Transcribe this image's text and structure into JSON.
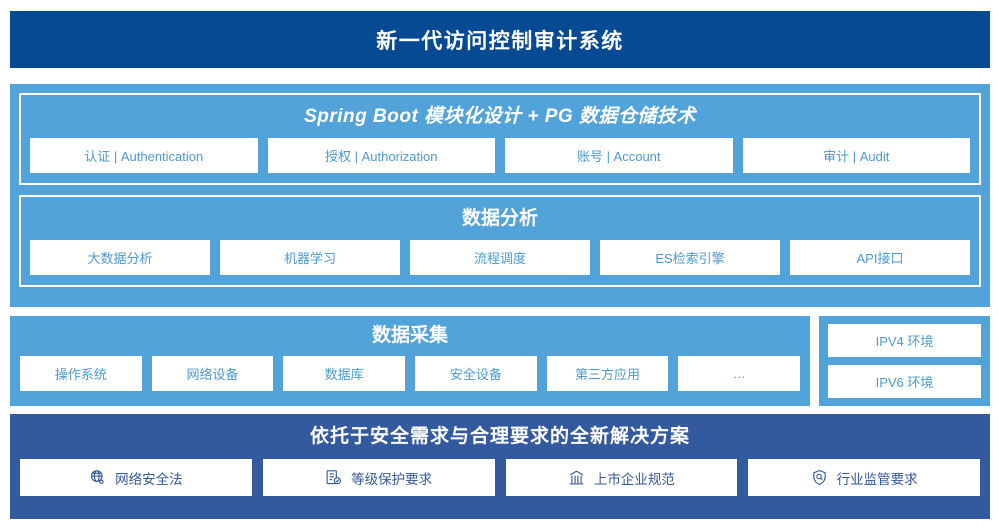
{
  "header": {
    "title": "新一代访问控制审计系统",
    "bg_color": "#064A93"
  },
  "platform": {
    "bg_color": "#53A3DB",
    "sections": [
      {
        "title": "Spring Boot 模块化设计 + PG 数据仓储技术",
        "italic": true,
        "cards": [
          "认证 | Authentication",
          "授权 | Authorization",
          "账号 | Account",
          "审计 | Audit"
        ]
      },
      {
        "title": "数据分析",
        "italic": false,
        "cards": [
          "大数据分析",
          "机器学习",
          "流程调度",
          "ES检索引擎",
          "API接口"
        ]
      }
    ]
  },
  "collection": {
    "bg_color": "#53A3DB",
    "title": "数据采集",
    "cards": [
      "操作系统",
      "网络设备",
      "数据库",
      "安全设备",
      "第三方应用",
      "…"
    ],
    "environments": [
      "IPV4 环境",
      "IPV6 环境"
    ]
  },
  "compliance": {
    "bg_color": "#33599E",
    "title": "依托于安全需求与合理要求的全新解决方案",
    "items": [
      {
        "icon": "globe-network-icon",
        "label": "网络安全法"
      },
      {
        "icon": "document-check-icon",
        "label": "等级保护要求"
      },
      {
        "icon": "bank-building-icon",
        "label": "上市企业规范"
      },
      {
        "icon": "shield-search-icon",
        "label": "行业监管要求"
      }
    ]
  },
  "accent_colors": {
    "light_blue": "#53A3DB",
    "card_text": "#4A9BD4",
    "dark_blue": "#064A93",
    "mid_blue": "#33599E",
    "white": "#ffffff"
  }
}
